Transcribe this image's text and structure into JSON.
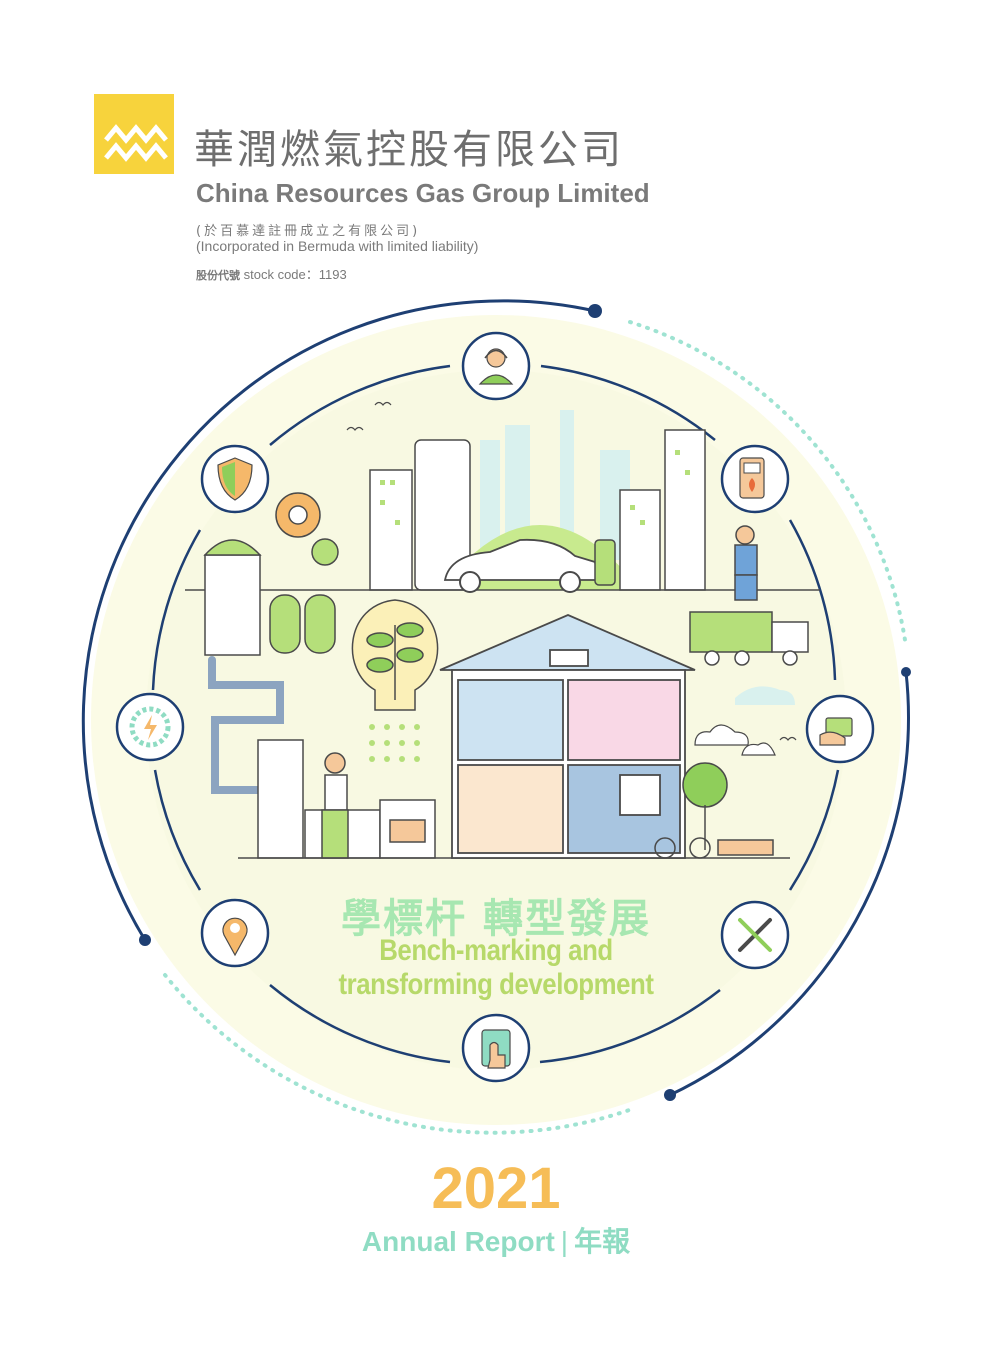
{
  "header": {
    "company_name_cn": "華潤燃氣控股有限公司",
    "company_name_en": "China Resources Gas Group Limited",
    "incorporation_cn": "(於百慕達註冊成立之有限公司)",
    "incorporation_en": "(Incorporated in Bermuda with limited liability)",
    "stock_label_cn": "股份代號",
    "stock_label_en": "stock code：1193"
  },
  "theme": {
    "title_cn": "學標杆 轉型發展",
    "title_en_line1": "Bench-marking and",
    "title_en_line2": "transforming development"
  },
  "report": {
    "year": "2021",
    "label_en": "Annual Report",
    "separator": "|",
    "label_cn": "年報"
  },
  "icons": [
    "customer-service-icon",
    "fuel-pump-icon",
    "payment-card-icon",
    "tools-icon",
    "touch-screen-icon",
    "location-pin-icon",
    "energy-gear-icon",
    "security-shield-icon"
  ],
  "colors": {
    "logo_yellow": "#f7d33c",
    "navy": "#1e3f73",
    "mint": "#8fdcc3",
    "year_orange": "#f6bd57",
    "green_text": "#b7d96a",
    "cn_green": "#a7e7b1"
  }
}
